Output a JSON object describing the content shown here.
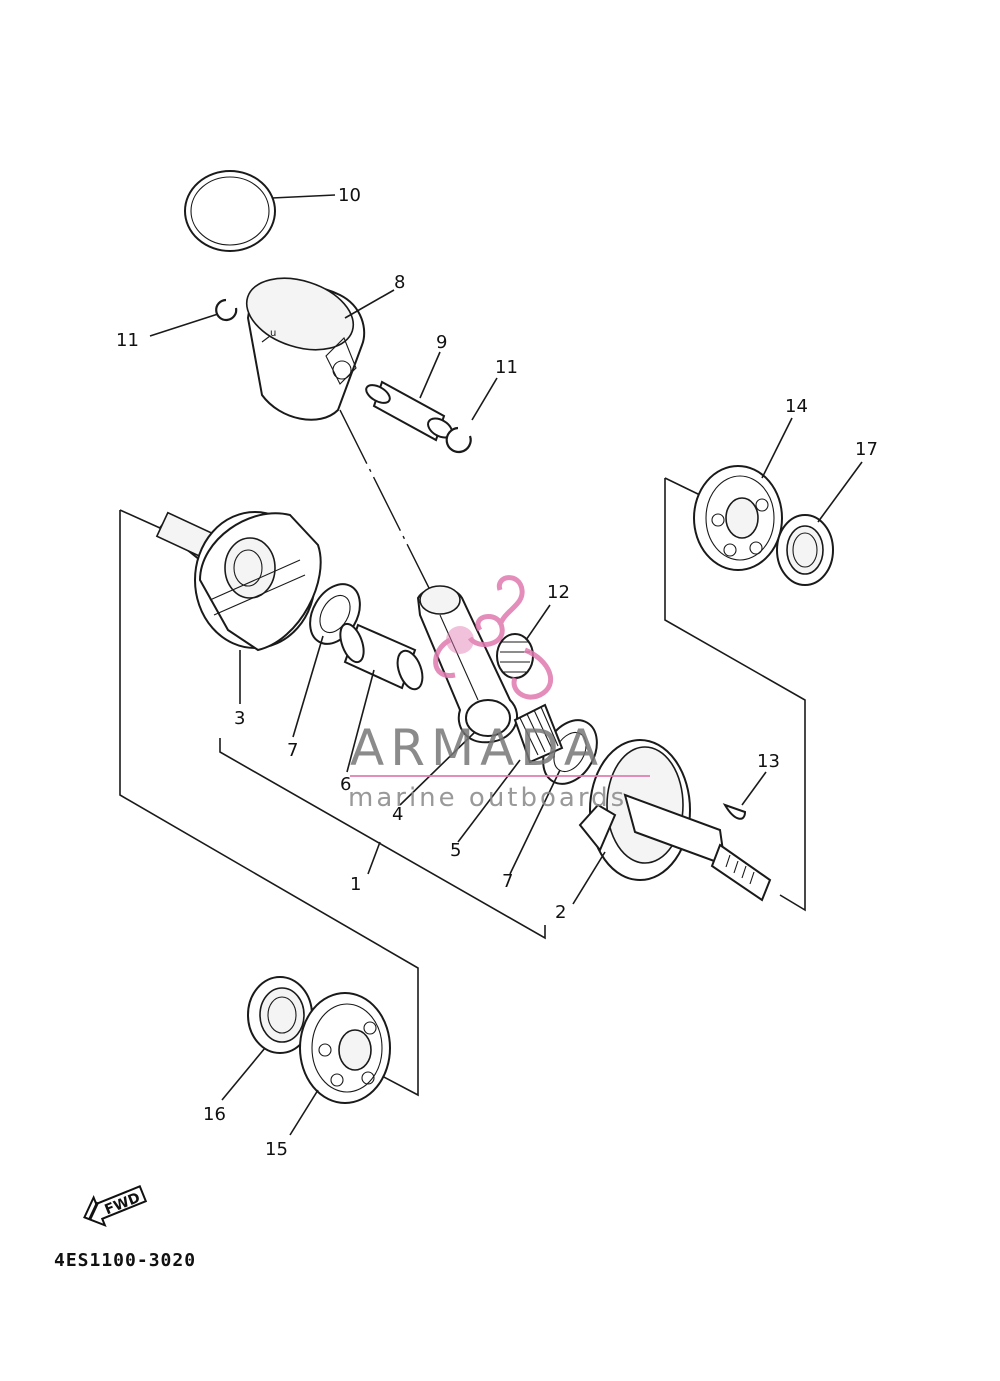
{
  "callouts": {
    "c1": "1",
    "c2": "2",
    "c3": "3",
    "c4": "4",
    "c5": "5",
    "c6": "6",
    "c7a": "7",
    "c7b": "7",
    "c8": "8",
    "c9": "9",
    "c10": "10",
    "c11a": "11",
    "c11b": "11",
    "c12": "12",
    "c13": "13",
    "c14": "14",
    "c15": "15",
    "c16": "16",
    "c17": "17"
  },
  "watermark": {
    "brand": "ARMADA",
    "tagline": "marine outboards",
    "colors": {
      "text": "#777777",
      "accent": "#e07ab0"
    }
  },
  "fwd_label": "FWD",
  "diagram_code": "4ES1100-3020"
}
